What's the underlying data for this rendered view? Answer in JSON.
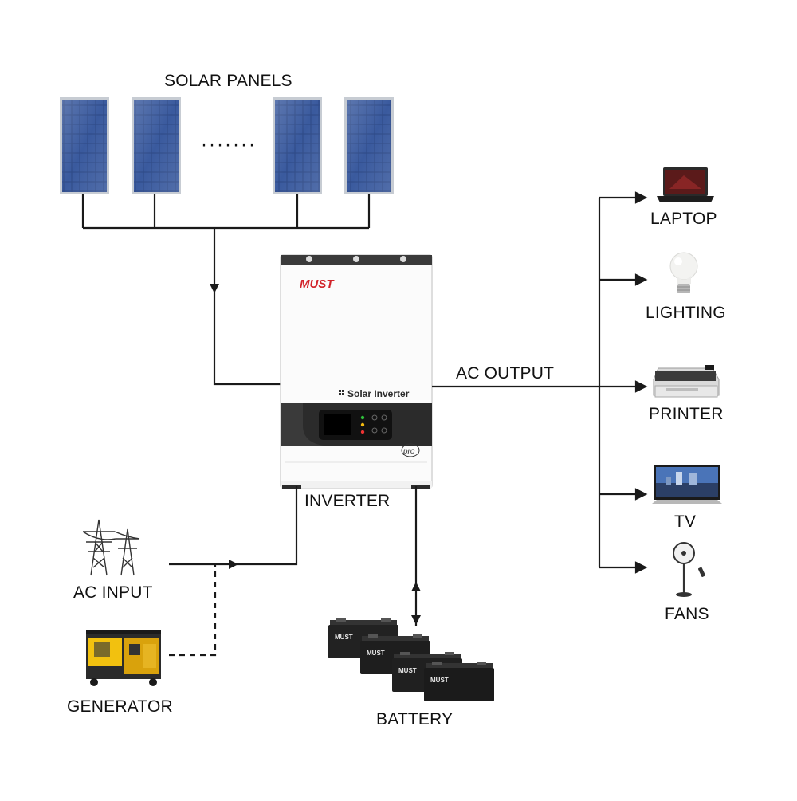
{
  "labels": {
    "solar_panels": "SOLAR PANELS",
    "dots": "·······",
    "inverter": "INVERTER",
    "ac_output": "AC OUTPUT",
    "ac_input": "AC INPUT",
    "generator": "GENERATOR",
    "battery": "BATTERY",
    "laptop": "LAPTOP",
    "lighting": "LIGHTING",
    "printer": "PRINTER",
    "tv": "TV",
    "fans": "FANS"
  },
  "inverter_device": {
    "brand": "MUST",
    "product": "Solar Inverter",
    "badge": "pro"
  },
  "battery_brand": "MUST",
  "colors": {
    "line": "#1a1a1a",
    "panel_cell": "#2e4a86",
    "panel_frame": "#b9bec6",
    "brand_red": "#d2232a",
    "inverter_band": "#2b2b2b",
    "generator_yellow": "#f2c10f"
  }
}
